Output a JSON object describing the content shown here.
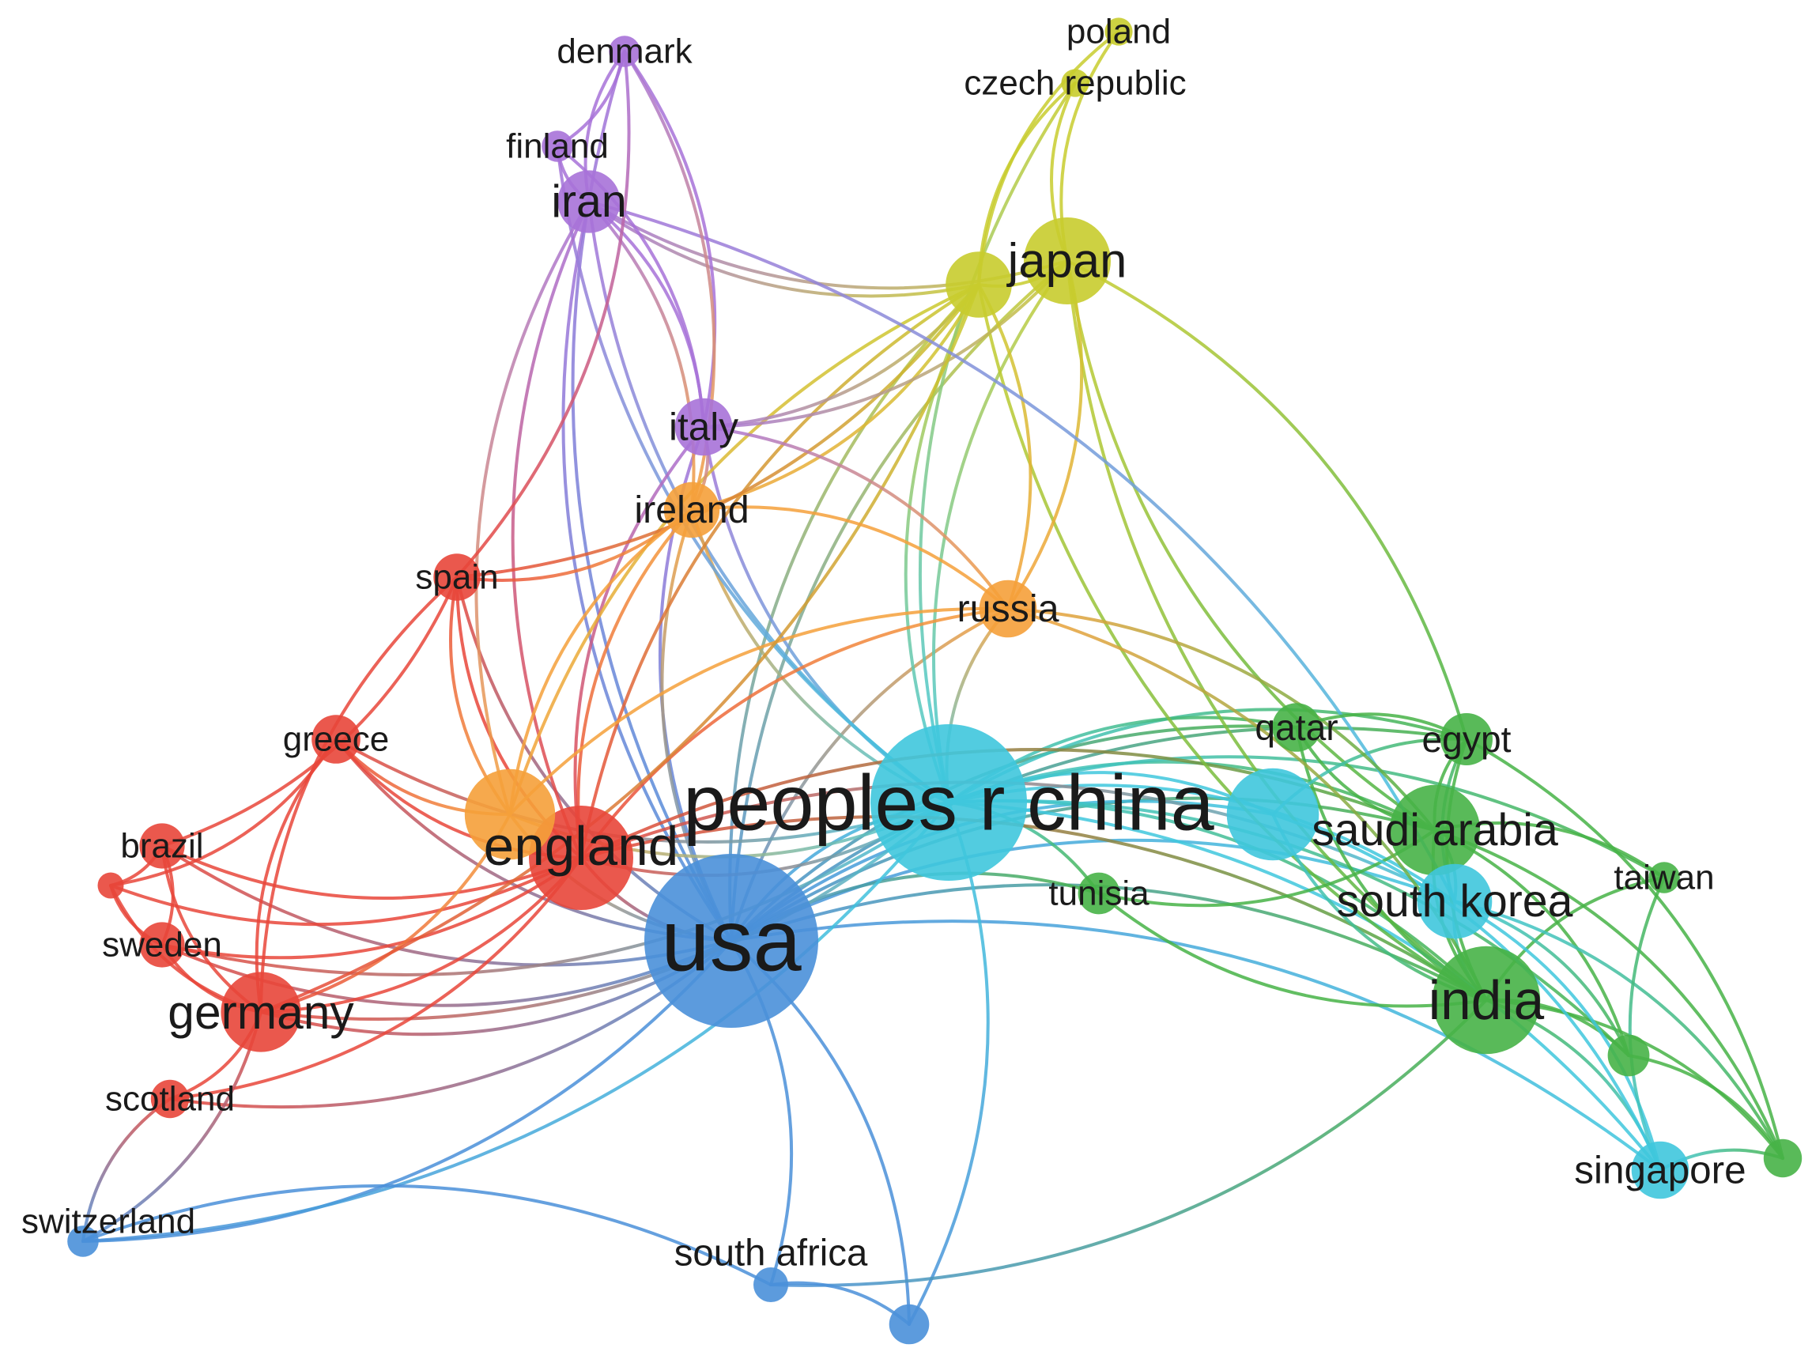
{
  "palette": {
    "red": "#e8463a",
    "orange": "#f5a03a",
    "purple": "#a772d8",
    "olive": "#c8cc2e",
    "cyan": "#3fc7dd",
    "blue": "#4a90d9",
    "green": "#47b347"
  },
  "nodes": [
    {
      "id": "usa",
      "label": "usa",
      "cluster": "blue",
      "weight": 10,
      "label_weight": 10
    },
    {
      "id": "china",
      "label": "peoples r china",
      "cluster": "cyan",
      "weight": 9,
      "label_weight": 9
    },
    {
      "id": "england",
      "label": "england",
      "cluster": "red",
      "weight": 6,
      "label_weight": 6.3
    },
    {
      "id": "england_b",
      "label": "",
      "cluster": "orange",
      "weight": 5.2,
      "label_weight": 0
    },
    {
      "id": "india",
      "label": "india",
      "cluster": "green",
      "weight": 6.2,
      "label_weight": 6.3
    },
    {
      "id": "saudi",
      "label": "saudi arabia",
      "cluster": "green",
      "weight": 5.2,
      "label_weight": 5.2
    },
    {
      "id": "saudi_b",
      "label": "",
      "cluster": "cyan",
      "weight": 5.3,
      "label_weight": 0
    },
    {
      "id": "southkorea",
      "label": "south korea",
      "cluster": "cyan",
      "weight": 4.3,
      "label_weight": 5.2
    },
    {
      "id": "germany",
      "label": "germany",
      "cluster": "red",
      "weight": 4.6,
      "label_weight": 5.5
    },
    {
      "id": "japan",
      "label": "japan",
      "cluster": "olive",
      "weight": 5,
      "label_weight": 5.6
    },
    {
      "id": "japan_b",
      "label": "",
      "cluster": "olive",
      "weight": 3.8,
      "label_weight": 0
    },
    {
      "id": "iran",
      "label": "iran",
      "cluster": "purple",
      "weight": 3.6,
      "label_weight": 5.2
    },
    {
      "id": "italy",
      "label": "italy",
      "cluster": "purple",
      "weight": 3.3,
      "label_weight": 4.5
    },
    {
      "id": "ireland",
      "label": "ireland",
      "cluster": "orange",
      "weight": 3.2,
      "label_weight": 4.4
    },
    {
      "id": "russia",
      "label": "russia",
      "cluster": "orange",
      "weight": 3.3,
      "label_weight": 4.4
    },
    {
      "id": "spain",
      "label": "spain",
      "cluster": "red",
      "weight": 2.7,
      "label_weight": 4
    },
    {
      "id": "greece",
      "label": "greece",
      "cluster": "red",
      "weight": 2.8,
      "label_weight": 4
    },
    {
      "id": "brazil",
      "label": "brazil",
      "cluster": "red",
      "weight": 2.6,
      "label_weight": 4
    },
    {
      "id": "sweden",
      "label": "sweden",
      "cluster": "red",
      "weight": 2.6,
      "label_weight": 4
    },
    {
      "id": "scotland",
      "label": "scotland",
      "cluster": "red",
      "weight": 2.2,
      "label_weight": 4
    },
    {
      "id": "redsmall",
      "label": "",
      "cluster": "red",
      "weight": 1.5,
      "label_weight": 0
    },
    {
      "id": "switzerland",
      "label": "switzerland",
      "cluster": "blue",
      "weight": 1.8,
      "label_weight": 4
    },
    {
      "id": "southafrica",
      "label": "south africa",
      "cluster": "blue",
      "weight": 2,
      "label_weight": 4.3
    },
    {
      "id": "bluesmall",
      "label": "",
      "cluster": "blue",
      "weight": 2.3,
      "label_weight": 0
    },
    {
      "id": "singapore",
      "label": "singapore",
      "cluster": "cyan",
      "weight": 3.3,
      "label_weight": 4.5
    },
    {
      "id": "taiwan",
      "label": "taiwan",
      "cluster": "green",
      "weight": 1.8,
      "label_weight": 4
    },
    {
      "id": "egypt",
      "label": "egypt",
      "cluster": "green",
      "weight": 3,
      "label_weight": 4.2
    },
    {
      "id": "qatar",
      "label": "qatar",
      "cluster": "green",
      "weight": 2.8,
      "label_weight": 4.2
    },
    {
      "id": "tunisia",
      "label": "tunisia",
      "cluster": "green",
      "weight": 2.4,
      "label_weight": 4
    },
    {
      "id": "greensmall1",
      "label": "",
      "cluster": "green",
      "weight": 2.4,
      "label_weight": 0
    },
    {
      "id": "greensmall2",
      "label": "",
      "cluster": "green",
      "weight": 2.2,
      "label_weight": 0
    },
    {
      "id": "denmark",
      "label": "denmark",
      "cluster": "purple",
      "weight": 1.8,
      "label_weight": 4
    },
    {
      "id": "finland",
      "label": "finland",
      "cluster": "purple",
      "weight": 1.8,
      "label_weight": 4
    },
    {
      "id": "poland",
      "label": "poland",
      "cluster": "olive",
      "weight": 1.6,
      "label_weight": 4
    },
    {
      "id": "czech",
      "label": "czech republic",
      "cluster": "olive",
      "weight": 1.6,
      "label_weight": 4
    }
  ],
  "edges": [
    [
      "usa",
      "china"
    ],
    [
      "usa",
      "england"
    ],
    [
      "usa",
      "england_b"
    ],
    [
      "usa",
      "india"
    ],
    [
      "usa",
      "saudi"
    ],
    [
      "usa",
      "saudi_b"
    ],
    [
      "usa",
      "southkorea"
    ],
    [
      "usa",
      "germany"
    ],
    [
      "usa",
      "japan"
    ],
    [
      "usa",
      "japan_b"
    ],
    [
      "usa",
      "iran"
    ],
    [
      "usa",
      "italy"
    ],
    [
      "usa",
      "ireland"
    ],
    [
      "usa",
      "russia"
    ],
    [
      "usa",
      "spain"
    ],
    [
      "usa",
      "greece"
    ],
    [
      "usa",
      "brazil"
    ],
    [
      "usa",
      "sweden"
    ],
    [
      "usa",
      "scotland"
    ],
    [
      "usa",
      "switzerland"
    ],
    [
      "usa",
      "southafrica"
    ],
    [
      "usa",
      "bluesmall"
    ],
    [
      "usa",
      "singapore"
    ],
    [
      "usa",
      "egypt"
    ],
    [
      "usa",
      "qatar"
    ],
    [
      "usa",
      "tunisia"
    ],
    [
      "usa",
      "denmark"
    ],
    [
      "china",
      "england"
    ],
    [
      "china",
      "england_b"
    ],
    [
      "china",
      "india"
    ],
    [
      "china",
      "saudi"
    ],
    [
      "china",
      "saudi_b"
    ],
    [
      "china",
      "southkorea"
    ],
    [
      "china",
      "germany"
    ],
    [
      "china",
      "japan"
    ],
    [
      "china",
      "japan_b"
    ],
    [
      "china",
      "iran"
    ],
    [
      "china",
      "italy"
    ],
    [
      "china",
      "ireland"
    ],
    [
      "china",
      "russia"
    ],
    [
      "china",
      "singapore"
    ],
    [
      "china",
      "taiwan"
    ],
    [
      "china",
      "egypt"
    ],
    [
      "china",
      "qatar"
    ],
    [
      "china",
      "tunisia"
    ],
    [
      "china",
      "bluesmall"
    ],
    [
      "china",
      "greensmall1"
    ],
    [
      "china",
      "greece"
    ],
    [
      "china",
      "sweden"
    ],
    [
      "china",
      "switzerland"
    ],
    [
      "china",
      "finland"
    ],
    [
      "china",
      "czech"
    ],
    [
      "england",
      "germany"
    ],
    [
      "england",
      "spain"
    ],
    [
      "england",
      "greece"
    ],
    [
      "england",
      "brazil"
    ],
    [
      "england",
      "sweden"
    ],
    [
      "england",
      "scotland"
    ],
    [
      "england",
      "redsmall"
    ],
    [
      "england",
      "ireland"
    ],
    [
      "england",
      "italy"
    ],
    [
      "england",
      "iran"
    ],
    [
      "england",
      "japan_b"
    ],
    [
      "england",
      "russia"
    ],
    [
      "england",
      "india"
    ],
    [
      "england",
      "saudi"
    ],
    [
      "england",
      "southkorea"
    ],
    [
      "england_b",
      "japan_b"
    ],
    [
      "england_b",
      "spain"
    ],
    [
      "england_b",
      "ireland"
    ],
    [
      "england_b",
      "russia"
    ],
    [
      "england_b",
      "germany"
    ],
    [
      "england_b",
      "greece"
    ],
    [
      "england_b",
      "iran"
    ],
    [
      "india",
      "saudi"
    ],
    [
      "india",
      "southkorea"
    ],
    [
      "india",
      "egypt"
    ],
    [
      "india",
      "qatar"
    ],
    [
      "india",
      "tunisia"
    ],
    [
      "india",
      "taiwan"
    ],
    [
      "india",
      "greensmall1"
    ],
    [
      "india",
      "greensmall2"
    ],
    [
      "india",
      "singapore"
    ],
    [
      "india",
      "japan"
    ],
    [
      "india",
      "japan_b"
    ],
    [
      "india",
      "southafrica"
    ],
    [
      "india",
      "saudi_b"
    ],
    [
      "saudi",
      "egypt"
    ],
    [
      "saudi",
      "qatar"
    ],
    [
      "saudi",
      "tunisia"
    ],
    [
      "saudi",
      "taiwan"
    ],
    [
      "saudi",
      "southkorea"
    ],
    [
      "saudi",
      "greensmall2"
    ],
    [
      "saudi",
      "japan"
    ],
    [
      "saudi",
      "greensmall1"
    ],
    [
      "saudi_b",
      "singapore"
    ],
    [
      "saudi_b",
      "egypt"
    ],
    [
      "southkorea",
      "singapore"
    ],
    [
      "southkorea",
      "egypt"
    ],
    [
      "southkorea",
      "greensmall1"
    ],
    [
      "southkorea",
      "greensmall2"
    ],
    [
      "germany",
      "spain"
    ],
    [
      "germany",
      "greece"
    ],
    [
      "germany",
      "brazil"
    ],
    [
      "germany",
      "sweden"
    ],
    [
      "germany",
      "scotland"
    ],
    [
      "germany",
      "redsmall"
    ],
    [
      "germany",
      "switzerland"
    ],
    [
      "brazil",
      "redsmall"
    ],
    [
      "brazil",
      "sweden"
    ],
    [
      "spain",
      "brazil"
    ],
    [
      "greece",
      "redsmall"
    ],
    [
      "sweden",
      "redsmall"
    ],
    [
      "japan",
      "japan_b"
    ],
    [
      "japan",
      "poland"
    ],
    [
      "japan",
      "czech"
    ],
    [
      "japan_b",
      "poland"
    ],
    [
      "japan_b",
      "czech"
    ],
    [
      "japan_b",
      "iran"
    ],
    [
      "japan_b",
      "italy"
    ],
    [
      "japan_b",
      "ireland"
    ],
    [
      "japan_b",
      "spain"
    ],
    [
      "japan",
      "italy"
    ],
    [
      "japan",
      "egypt"
    ],
    [
      "japan",
      "russia"
    ],
    [
      "japan",
      "iran"
    ],
    [
      "japan_b",
      "russia"
    ],
    [
      "japan_b",
      "germany"
    ],
    [
      "iran",
      "italy"
    ],
    [
      "iran",
      "ireland"
    ],
    [
      "iran",
      "denmark"
    ],
    [
      "iran",
      "finland"
    ],
    [
      "iran",
      "southkorea"
    ],
    [
      "denmark",
      "finland"
    ],
    [
      "denmark",
      "italy"
    ],
    [
      "denmark",
      "spain"
    ],
    [
      "denmark",
      "ireland"
    ],
    [
      "finland",
      "italy"
    ],
    [
      "italy",
      "ireland"
    ],
    [
      "italy",
      "russia"
    ],
    [
      "ireland",
      "russia"
    ],
    [
      "ireland",
      "spain"
    ],
    [
      "russia",
      "saudi"
    ],
    [
      "russia",
      "india"
    ],
    [
      "singapore",
      "greensmall2"
    ],
    [
      "singapore",
      "taiwan"
    ],
    [
      "egypt",
      "greensmall2"
    ],
    [
      "greensmall1",
      "greensmall2"
    ],
    [
      "qatar",
      "egypt"
    ],
    [
      "switzerland",
      "southafrica"
    ],
    [
      "southafrica",
      "bluesmall"
    ],
    [
      "switzerland",
      "scotland"
    ]
  ]
}
